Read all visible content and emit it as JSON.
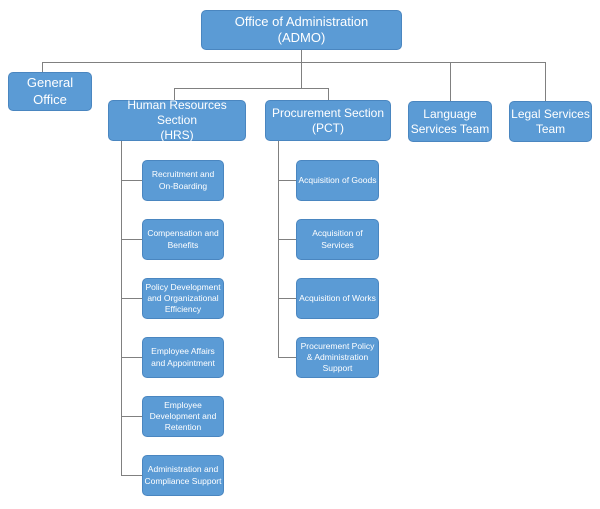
{
  "chart": {
    "root": {
      "line1": "Office of Administration",
      "line2": "(ADMO)"
    },
    "general_office": "General Office",
    "hrs": {
      "line1": "Human Resources Section",
      "line2": "(HRS)"
    },
    "pct": {
      "line1": "Procurement Section",
      "line2": "(PCT)"
    },
    "language": {
      "line1": "Language",
      "line2": "Services Team"
    },
    "legal": {
      "line1": "Legal Services",
      "line2": "Team"
    },
    "hrs_units": [
      [
        "Recruitment and",
        "On-Boarding"
      ],
      [
        "Compensation and",
        "Benefits"
      ],
      [
        "Policy Development",
        "and Organizational",
        "Efficiency"
      ],
      [
        "Employee Affairs",
        "and Appointment"
      ],
      [
        "Employee",
        "Development and",
        "Retention"
      ],
      [
        "Administration and",
        "Compliance Support"
      ]
    ],
    "pct_units": [
      [
        "Acquisition of Goods"
      ],
      [
        "Acquisition of",
        "Services"
      ],
      [
        "Acquisition of Works"
      ],
      [
        "Procurement Policy",
        "& Administration",
        "Support"
      ]
    ]
  }
}
